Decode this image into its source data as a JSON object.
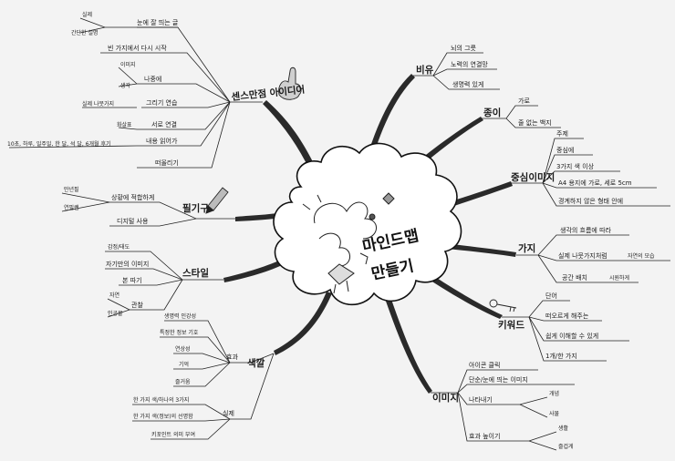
{
  "center": {
    "title_line1": "마인드맵",
    "title_line2": "만들기"
  },
  "branches": {
    "senses": {
      "label": "센스만점 아이디어",
      "items": [
        "눈에 잘 띄는 글",
        "빈 가지에서 다시 시작",
        "나중에",
        "그리기 연습",
        "서로 연결",
        "내용 읽어가",
        "떠올리기"
      ],
      "leaves": [
        "실제",
        "간단한 설명",
        "이미지",
        "생각",
        "실제 나뭇가지",
        "화살표",
        "10초, 하루, 일주일, 한 달, 석 달, 6개월 후기"
      ]
    },
    "pen": {
      "label": "필기구",
      "items": [
        "상황에 적합하게",
        "디지털 사용"
      ],
      "leaves": [
        "만년필",
        "연필쌤"
      ]
    },
    "style": {
      "label": "스타일",
      "items": [
        "자기만의 이미지",
        "본 따기",
        "관찰"
      ],
      "leaves": [
        "감정/태도",
        "자연",
        "인공물"
      ]
    },
    "color": {
      "label": "색깔",
      "subs": [
        "효과",
        "실제"
      ],
      "items_effect": [
        "생명력 인강성",
        "특정한 정보 기호",
        "연상성",
        "기억",
        "즐거움"
      ],
      "items_real": [
        "한 가지 색/하나의 3가지",
        "한 가지 색(정보)의 선명함",
        "키포인트 의미 부여"
      ]
    },
    "metaphor": {
      "label": "비유",
      "items": [
        "뇌의 그릇",
        "노력의 연결망",
        "생명력 있게"
      ]
    },
    "paper": {
      "label": "종이",
      "items": [
        "가로",
        "줄 없는 백지"
      ]
    },
    "central": {
      "label": "중심이미지",
      "items": [
        "주제",
        "중심에",
        "3가지 색 이상",
        "A4 용지에 가로, 세로 5cm",
        "경계하지 않은 형태 안에"
      ]
    },
    "branch": {
      "label": "가지",
      "items": [
        "생각의 흐름에 따라",
        "실제 나뭇가지처럼",
        "공간 배치"
      ],
      "leaves": [
        "자연의 모습",
        "시원하게"
      ]
    },
    "keyword": {
      "label": "키워드",
      "items": [
        "단어",
        "떠오르게 해주는",
        "쉽게 이해할 수 있게",
        "1개/한 가지"
      ]
    },
    "image": {
      "label": "이미지",
      "items": [
        "아이콘 클릭",
        "단순/눈에 띄는 이미지",
        "나타내기",
        "효과 높이기"
      ],
      "leaves": [
        "개념",
        "사물",
        "생활",
        "즐겁게"
      ]
    }
  },
  "icons": [
    "pointing-hand-icon",
    "pencil-icon",
    "key-icon"
  ]
}
